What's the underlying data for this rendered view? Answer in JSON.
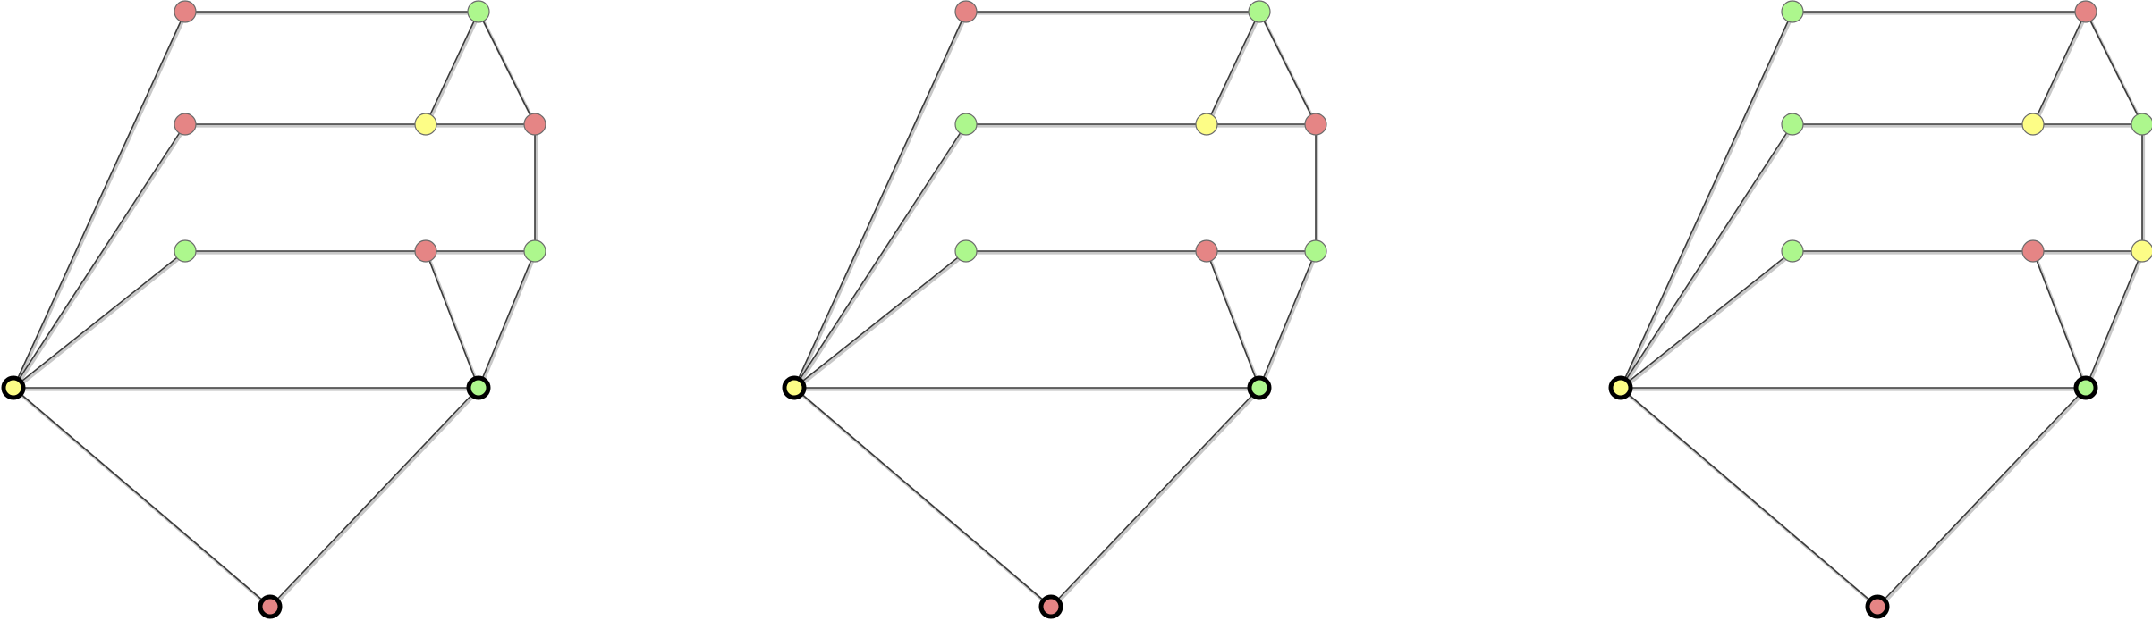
{
  "colors": {
    "red": "#e58585",
    "green": "#adf78d",
    "yellow": "#fdfd86"
  },
  "graph": {
    "nodes": [
      "t1",
      "t2",
      "t3",
      "a1",
      "a2",
      "b1",
      "b2",
      "b3",
      "c1",
      "c2",
      "c3"
    ],
    "terminals": [
      "t1",
      "t2",
      "t3"
    ],
    "edges": [
      [
        "t1",
        "t2"
      ],
      [
        "t1",
        "t3"
      ],
      [
        "t2",
        "t3"
      ],
      [
        "t1",
        "a1"
      ],
      [
        "t1",
        "b1"
      ],
      [
        "t1",
        "c1"
      ],
      [
        "a1",
        "a2"
      ],
      [
        "b1",
        "b2"
      ],
      [
        "b2",
        "b3"
      ],
      [
        "c1",
        "c2"
      ],
      [
        "c2",
        "c3"
      ],
      [
        "a2",
        "b2"
      ],
      [
        "a2",
        "b3"
      ],
      [
        "b3",
        "c3"
      ],
      [
        "c2",
        "t2"
      ],
      [
        "c3",
        "t2"
      ]
    ]
  },
  "panels": [
    {
      "name": "coloring-1",
      "node_colors": {
        "t1": "yellow",
        "t2": "green",
        "t3": "red",
        "a1": "red",
        "a2": "green",
        "b1": "red",
        "b2": "yellow",
        "b3": "red",
        "c1": "green",
        "c2": "red",
        "c3": "green"
      }
    },
    {
      "name": "coloring-2",
      "node_colors": {
        "t1": "yellow",
        "t2": "green",
        "t3": "red",
        "a1": "red",
        "a2": "green",
        "b1": "green",
        "b2": "yellow",
        "b3": "red",
        "c1": "green",
        "c2": "red",
        "c3": "green"
      }
    },
    {
      "name": "coloring-3",
      "node_colors": {
        "t1": "yellow",
        "t2": "green",
        "t3": "red",
        "a1": "green",
        "a2": "red",
        "b1": "green",
        "b2": "yellow",
        "b3": "green",
        "c1": "green",
        "c2": "red",
        "c3": "yellow"
      }
    }
  ]
}
